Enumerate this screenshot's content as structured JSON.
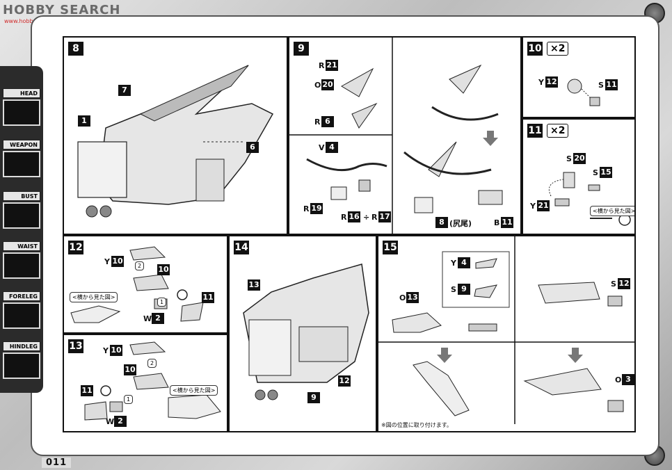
{
  "watermark": {
    "title": "HOBBY SEARCH",
    "sub": "www.hobbysearch.com"
  },
  "page_number": "011",
  "sidebar": {
    "tabs": [
      {
        "label": "HEAD"
      },
      {
        "label": "WEAPON"
      },
      {
        "label": "BUST"
      },
      {
        "label": "WAIST"
      },
      {
        "label": "FORELEG"
      },
      {
        "label": "HINDLEG"
      }
    ]
  },
  "steps": {
    "s8": {
      "no": "8",
      "callouts": [
        "7",
        "1",
        "6"
      ]
    },
    "s9": {
      "no": "9",
      "labels": [
        "R",
        "O",
        "R",
        "V",
        "R",
        "R",
        "÷",
        "R",
        "B"
      ],
      "parts": [
        "21",
        "20",
        "6",
        "4",
        "19",
        "16",
        "17",
        "11"
      ],
      "ref": "8",
      "ref_note": "(尻尾)"
    },
    "s10": {
      "no": "10",
      "mult": "×2",
      "labels": [
        "Y",
        "S"
      ],
      "parts": [
        "12",
        "11"
      ]
    },
    "s11": {
      "no": "11",
      "mult": "×2",
      "labels": [
        "S",
        "S",
        "Y"
      ],
      "parts": [
        "20",
        "15",
        "21"
      ],
      "note": "<横から見た図>"
    },
    "s12": {
      "no": "12",
      "labels": [
        "Y",
        "W"
      ],
      "parts": [
        "10",
        "2"
      ],
      "callouts": [
        "10",
        "11"
      ],
      "seq": [
        "2",
        "1"
      ],
      "note": "<横から見た図>"
    },
    "s13": {
      "no": "13",
      "labels": [
        "Y",
        "W"
      ],
      "parts": [
        "10",
        "2"
      ],
      "callouts": [
        "10",
        "11"
      ],
      "seq": [
        "2",
        "1"
      ],
      "note": "<横から見た図>"
    },
    "s14": {
      "no": "14",
      "callouts": [
        "13",
        "12",
        "9"
      ]
    },
    "s15": {
      "no": "15",
      "labels": [
        "Y",
        "S",
        "O",
        "S",
        "O"
      ],
      "parts": [
        "4",
        "9",
        "13",
        "12",
        "3"
      ],
      "footnote": "※図の位置に取り付けます。"
    }
  }
}
